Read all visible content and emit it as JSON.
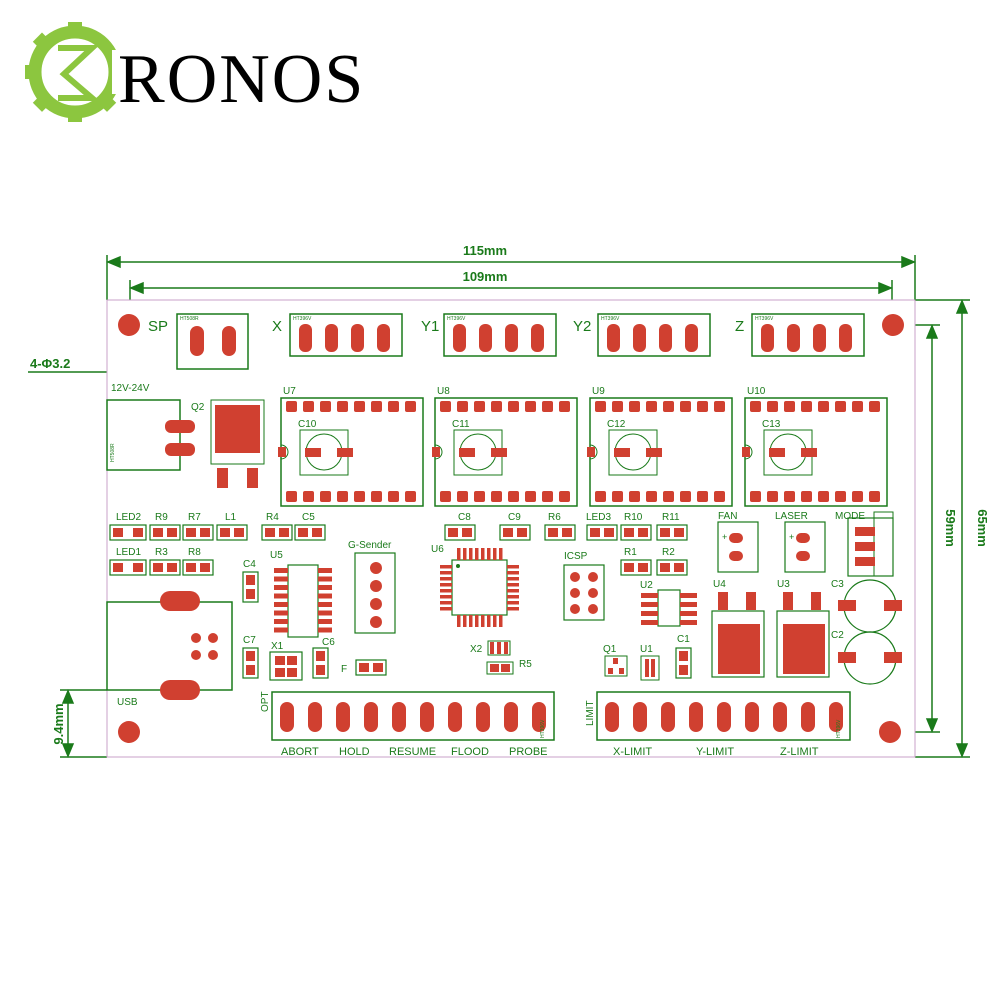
{
  "brand": {
    "name": "RONOS",
    "logo_color": "#8cc63f",
    "text_color": "#000000"
  },
  "colors": {
    "silkscreen": "#1a7a1a",
    "pad": "#d04030",
    "board_edge": "#c8a0c8",
    "dimension": "#1a7a1a"
  },
  "dimensions": {
    "width_outer": "115mm",
    "width_holes": "109mm",
    "height_outer": "65mm",
    "height_holes": "59mm",
    "usb_offset": "9.4mm",
    "hole_spec": "4-Φ3.2"
  },
  "labels": {
    "sp": "SP",
    "x": "X",
    "y1": "Y1",
    "y2": "Y2",
    "z": "Z",
    "power": "12V-24V",
    "q2": "Q2",
    "u7": "U7",
    "u8": "U8",
    "u9": "U9",
    "u10": "U10",
    "c10": "C10",
    "c11": "C11",
    "c12": "C12",
    "c13": "C13",
    "led2": "LED2",
    "r9": "R9",
    "r7": "R7",
    "l1": "L1",
    "r4": "R4",
    "c5": "C5",
    "c8": "C8",
    "c9": "C9",
    "r6": "R6",
    "led3": "LED3",
    "r10": "R10",
    "r11": "R11",
    "fan": "FAN",
    "laser": "LASER",
    "mode": "MODE",
    "led1": "LED1",
    "r3": "R3",
    "r8": "R8",
    "c4": "C4",
    "u5": "U5",
    "gsender": "G-Sender",
    "u6": "U6",
    "icsp": "ICSP",
    "r1": "R1",
    "r2": "R2",
    "u2": "U2",
    "u4": "U4",
    "u3": "U3",
    "c3": "C3",
    "c2": "C2",
    "c7": "C7",
    "x1": "X1",
    "c6": "C6",
    "f": "F",
    "x2": "X2",
    "r5": "R5",
    "q1": "Q1",
    "u1": "U1",
    "c1": "C1",
    "usb": "USB",
    "opt": "OPT",
    "limit": "LIMIT",
    "abort": "ABORT",
    "hold": "HOLD",
    "resume": "RESUME",
    "flood": "FLOOD",
    "probe": "PROBE",
    "x_limit": "X-LIMIT",
    "y_limit": "Y-LIMIT",
    "z_limit": "Z-LIMIT",
    "connector_mark": "HT396V",
    "sp_connector_mark": "HT508R",
    "power_connector_mark": "HT508R",
    "opt_connector_mark": "HT396V",
    "limit_connector_mark": "HT396V"
  }
}
